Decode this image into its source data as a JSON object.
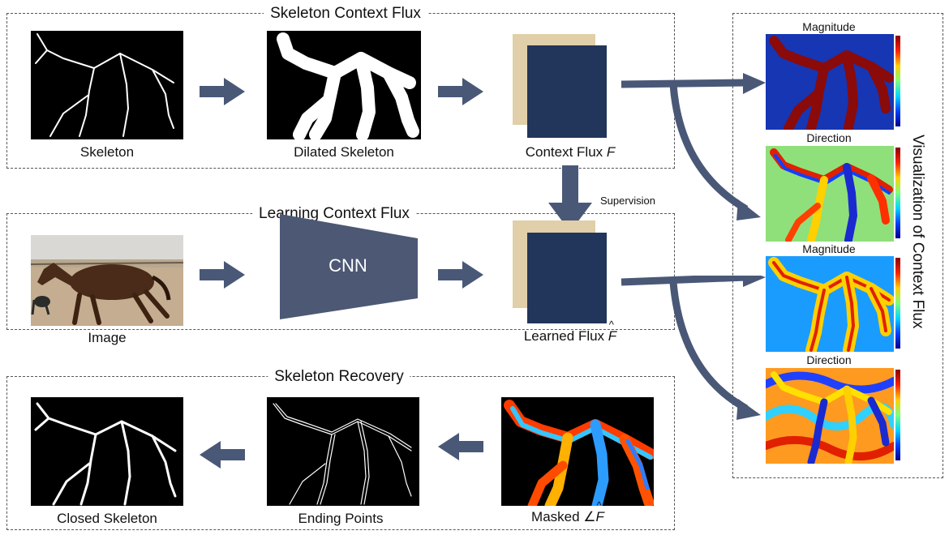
{
  "sections": {
    "skeleton_context_flux": "Skeleton Context Flux",
    "learning_context_flux": "Learning Context Flux",
    "skeleton_recovery": "Skeleton Recovery"
  },
  "captions": {
    "skeleton": "Skeleton",
    "dilated_skeleton": "Dilated Skeleton",
    "context_flux_prefix": "Context Flux ",
    "context_flux_symbol": "F",
    "image": "Image",
    "cnn": "CNN",
    "learned_flux_prefix": "Learned Flux ",
    "learned_flux_symbol": "F",
    "closed_skeleton": "Closed Skeleton",
    "ending_points": "Ending Points",
    "masked_prefix": "Masked ∠",
    "masked_symbol": "F"
  },
  "supervision": "Supervision",
  "visualization": {
    "side_title": "Visualization of Context Flux",
    "panels": [
      "Magnitude",
      "Direction",
      "Magnitude",
      "Direction"
    ]
  },
  "colors": {
    "arrow": "#4a5877",
    "flux_front": "#22355a",
    "flux_back": "#e0cfa8",
    "cnn": "#4c5874"
  }
}
